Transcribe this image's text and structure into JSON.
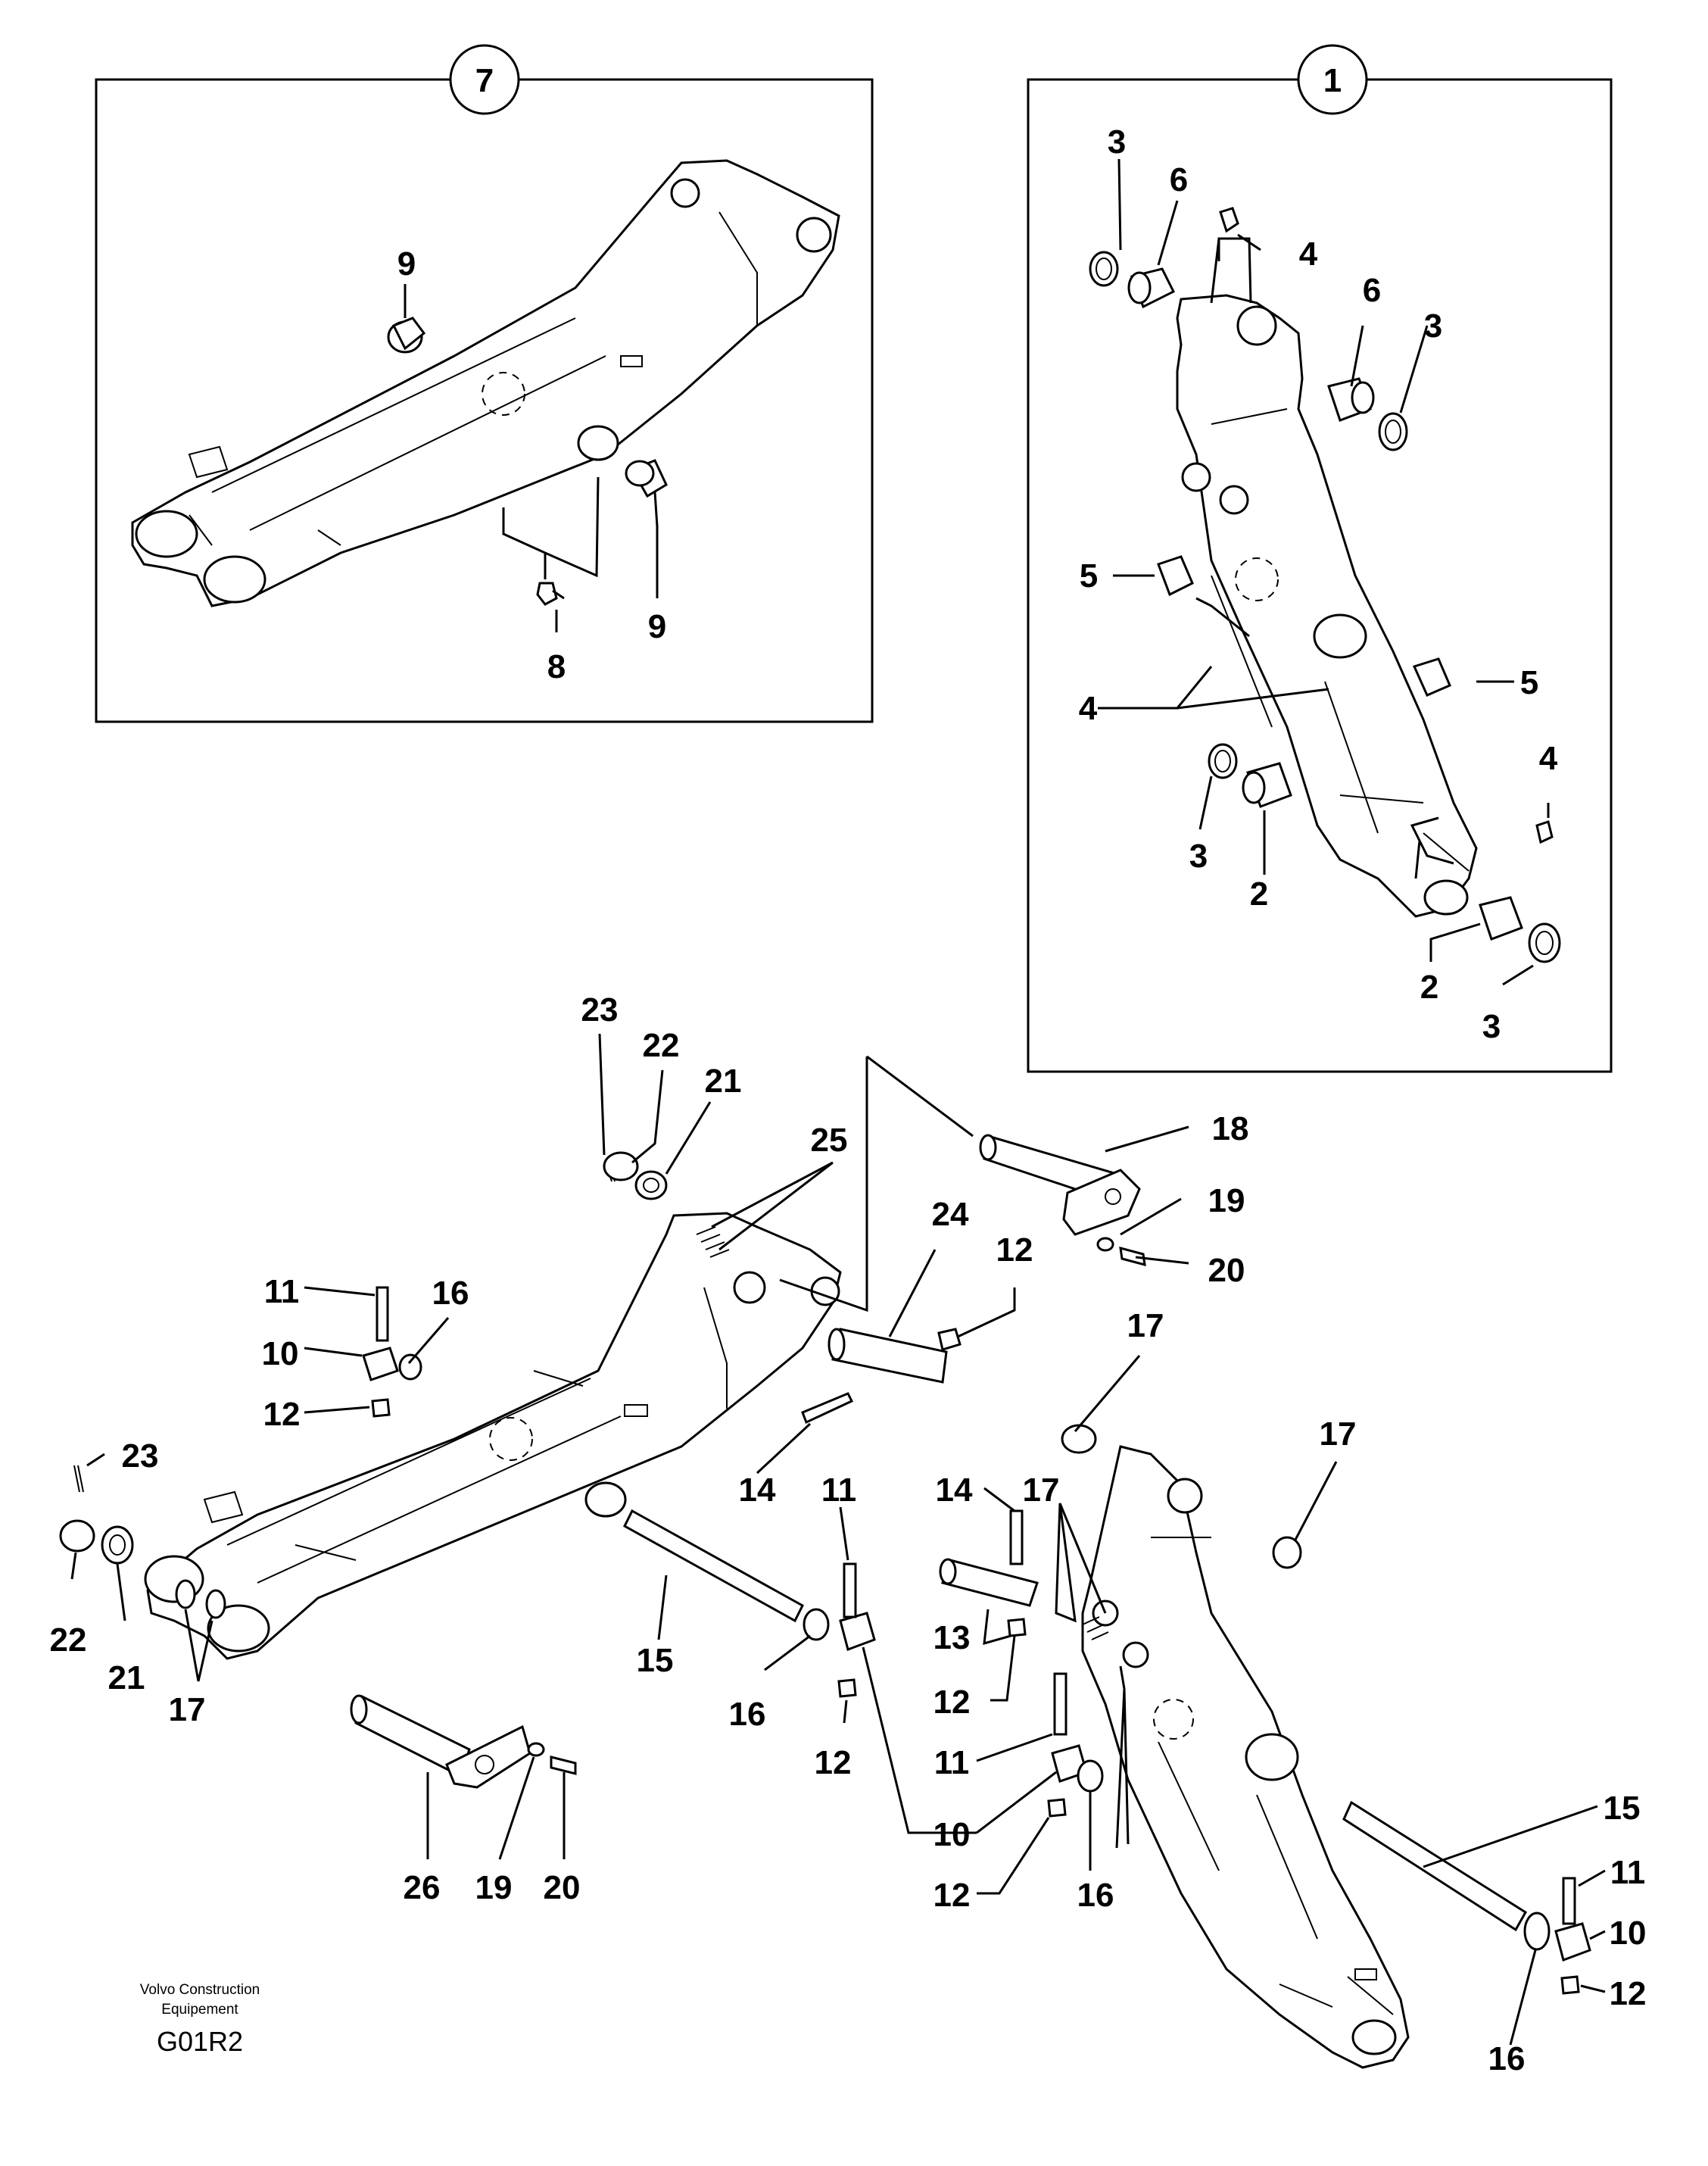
{
  "insets": [
    {
      "id": "inset-7",
      "number": "7"
    },
    {
      "id": "inset-1",
      "number": "1"
    }
  ],
  "callouts": {
    "inset7": [
      "9",
      "9",
      "8"
    ],
    "inset1": [
      "3",
      "6",
      "4",
      "6",
      "3",
      "5",
      "4",
      "5",
      "3",
      "2",
      "4",
      "2",
      "3"
    ],
    "main": [
      "23",
      "22",
      "21",
      "25",
      "18",
      "24",
      "12",
      "19",
      "20",
      "11",
      "16",
      "10",
      "12",
      "17",
      "23",
      "14",
      "11",
      "14",
      "17",
      "17",
      "22",
      "21",
      "17",
      "15",
      "16",
      "13",
      "12",
      "12",
      "11",
      "10",
      "12",
      "16",
      "26",
      "19",
      "20",
      "15",
      "11",
      "10",
      "12",
      "16"
    ]
  },
  "footer": {
    "company_line1": "Volvo Construction",
    "company_line2": "Equipement",
    "code": "G01R2"
  }
}
